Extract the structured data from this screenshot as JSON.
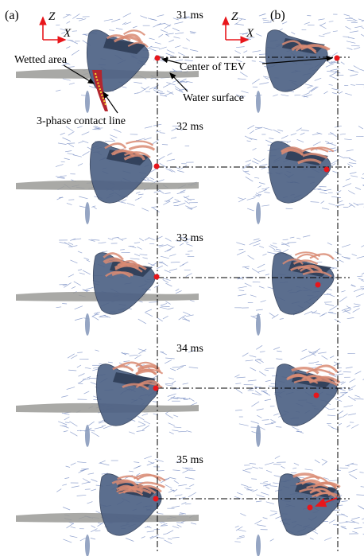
{
  "panel_labels": [
    "(a)",
    "(b)"
  ],
  "axes": {
    "z": "Z",
    "x": "X"
  },
  "annotations": {
    "wetted_area": "Wetted area",
    "center_of_tev": "Center of TEV",
    "water_surface": "Water surface",
    "contact_line": "3-phase contact line"
  },
  "time_labels": [
    "31 ms",
    "32 ms",
    "33 ms",
    "34 ms",
    "35 ms"
  ],
  "colors": {
    "wing": "#4e6285",
    "wing_dark": "#2f3d57",
    "water": "#9a9a96",
    "vector": "#6f86c0",
    "vortex": "#d98b73",
    "tev_center": "#e8161b",
    "axis": "#e8161b",
    "wetted": "#b3262e",
    "contact": "#f4e033"
  }
}
